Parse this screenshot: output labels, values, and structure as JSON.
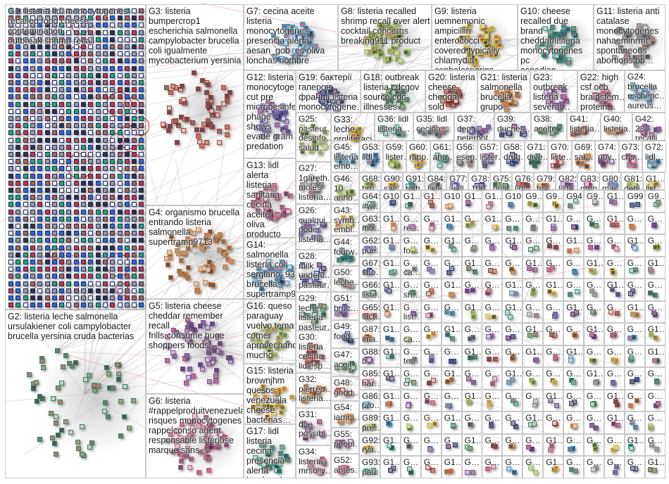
{
  "groups": {
    "G1": "G1: listeria lidl monocytogenes\nrecalled food cheese contamination\noutbreak shrimp recall",
    "G2": "G2: listeria leche salmonella\nursulakiener coli campylobacter\nbrucella yersinia cruda bacterias",
    "G3": "G3: listeria bumpercrop1\nescherichia salmonella\ncampylobacter brucella\ncoli igualmente\nmycobacterium yersinia",
    "G4": "G4: organismo brucella\nentrando listeria\nsalmonella\nsupertramp9713",
    "G5": "G5: listeria cheese\ncheddar remember recall\nfrills consume huge\nshoppers foods",
    "G6": "G6: listeria #rappelproduitvenezuela\nrisques monocytogenes\nrappelconso agent\nresponsable listériose\nmarque sans",
    "G7": "G7: cecina aceite listeria\nmonocytogenes\npresencia alerta\naesan_gob_es oliva\nlonchas nombre",
    "G8": "G8: listeria recalled\nshrimp recall over alert\ncocktail concerns\nbreaking911 product",
    "G9": "G9: listeria\nuemnemonic\nampicillin enterococci\ncovered typically\nchlamydia\ncephalosporins lame…",
    "G10": "G10: cheese\nrecalled due brand\ncheddar listeria\nmonocytogenes pc\ncanadian\nmushrooms",
    "G11": "G11: listeria anti\ncatalase\nmonocytogenes\nnahaeminrmt\nspontaneous\nabortions bb…",
    "G12": "G12: listeria\nmonocytoge…\ncut pre\nmicrobesinfe…\nphage shows\nevade gram\npredation",
    "G13": "G13: lidl\nalerta listeria\nsanitaria\ncecina aceite\noliva producto\nvarias\nvendido",
    "G14": "G14:\nsalmonella\nlisteria coli\nsergiano_93\nbrucella\nsupertramp9…",
    "G15": "G15: listeria\nbrownjhm\nquesos\nvenezuela\ncheese\nbacterias…",
    "G16": "G16: queso\nparaguay\nvuelvo tema\ncomer\naprovechando\nmucho sacar…",
    "G17": "G17: lidl\nlisteria cecina\npresencia\nalerta\nloncheada…",
    "G18": "G18: outbreak\nlisteria cdcgov\nsource cdc\nillnesses…",
    "G19": "G19: бактерії\nгаперон\nфранції listeria\nmonocytogene…",
    "G20": "G20: listeria\ncheese\ncheddar sold\npopular…",
    "G21": "G21: listeria\nsalmonella\nbrucella\ngrupo…",
    "G22": "G22: high\ncsf ocb\nbrainstem…\nprotein…",
    "G23": "G23:\noutbreak\nlisteria\nseveral…",
    "G24": "G24:\nbrucella\nescheric…\naureus…",
    "G25": "G25:\npasteur…\ndesinfo…\nsalud…",
    "G26": "G26:\ncualqui…\npoder\nlisteria…",
    "G27": "G27:\n1gareth…\nmoles\nlisteria…",
    "G28": "G28:\nmilk\nunderc…\npasteur…",
    "G29": "G29:\nleche\nlisteria\npasteur…",
    "G30": "G30:\nlisteria\ncecina\nlidlesp…",
    "G31": "G31:\ndue\npossibl…",
    "G32": "G32:\npierrep…\nlisteria…",
    "G33": "G33: leche\nproliferaci…",
    "G34": "G34:\nlisteria\nmrsoliv…",
    "G35": "G35: lidl\ncecina…",
    "G36": "G36: lidl\nlisteria…",
    "G37": "G37: dept\npeterhot…",
    "G38": "G38:\naceite…",
    "G39": "G39:\nduches…",
    "G40": "G40:\nlisteria…",
    "G41": "G41:\nlisteria…",
    "G42": "G42: 23\nrecalli…",
    "G43": "G43:\nsymb…\nembl…",
    "G44": "G44:\nfourw…",
    "G45": "G45:\nlisteria\nemb…",
    "G46": "G46:\n10\nanno…",
    "G47": "G47:\naceit…",
    "G48": "G48:\ngood…",
    "G49": "G49:\nfood…",
    "G50": "G50:\nleche…",
    "G51": "G51:\nbruc…",
    "G52": "G52:\nantes…",
    "G53": "G53:\nlidl…",
    "G54": "G54:\niamril…",
    "G55": "G55:\npeopl…",
    "G56": "G56:\nesen…",
    "G57": "G57:\nlister…",
    "G58": "G58:\ndrug…",
    "G59": "G59:\nlister…",
    "G60": "G60:\nrapp…",
    "G61": "G61:\nahu…",
    "G62": "G62:\npue…",
    "G63": "G63:\nmo…",
    "G64": "G64:\n#w…",
    "G65": "G65:\nlact…",
    "G66": "G66:\nliste…",
    "G67": "G67:\nsho…",
    "G68": "G68:\nbru…",
    "G69": "G69:\nsal…",
    "G70": "G70:\nliste…",
    "G71": "G71:\ndive…",
    "G72": "G72:\nlidl…",
    "G73": "G73:\nchs…",
    "G74": "G74:\nnov…",
    "G75": "G75:\npull…",
    "G76": "G76:\nlidl…",
    "G77": "G77:\nwall…",
    "G78": "G78:\n100…",
    "G79": "G79:\nfro…",
    "G80": "G80:\nmaj…",
    "G81": "G81:\ndebi…",
    "G82": "G82:\nliste…",
    "G83": "G83:\ngrup…",
    "G84": "G84:\nliste…",
    "G85": "G85:\nhar…",
    "G86": "G86:\npro…",
    "G87": "G87:\nima…",
    "G88": "G88:\nb…",
    "G89": "G89:\npre…",
    "G90": "G90:\nsal…",
    "G91": "G91:\nroth…",
    "G92": "G92:\nrya…",
    "G93": "G93:\npau…",
    "G1x": "G1…\nlist…"
  },
  "small_grid": [
    [
      "G10…",
      "G1…",
      "G1…",
      "G10…",
      "G1…",
      "G1…",
      "G10…",
      "G9…",
      "G9…",
      "G94…",
      "G9…",
      "G1…",
      "G99…",
      "G9…"
    ],
    [
      "G1…",
      "G…\nre…",
      "G…",
      "G1…",
      "G…",
      "G1…",
      "G…",
      "G…",
      "G1…",
      "G…",
      "G…",
      "G1…",
      "G…",
      "G…"
    ],
    [
      "G1…",
      "G…\nfo…",
      "G…",
      "G1…",
      "G…",
      "G…",
      "G1…",
      "G…",
      "G…",
      "G1…",
      "G…",
      "G…",
      "G1…",
      "G…"
    ],
    [
      "G1…",
      "G…\nca…",
      "G…",
      "G…",
      "G1…",
      "G…",
      "G…",
      "G1…",
      "G…",
      "G…",
      "G1…",
      "G…",
      "G…",
      "G1…"
    ],
    [
      "G1…",
      "G…\nsh…",
      "G…",
      "G1…",
      "G…",
      "G…",
      "G1…",
      "G…",
      "G1…",
      "G…",
      "G…",
      "G1…",
      "G…",
      "G…"
    ],
    [
      "G1…",
      "G…\nlist…",
      "G…",
      "G…",
      "G1…",
      "G…",
      "G1…",
      "G…",
      "G…",
      "G1…",
      "G…",
      "G…",
      "G1…",
      "G…"
    ],
    [
      "G1…",
      "G…\nca…",
      "G…",
      "G1…",
      "G…",
      "G…",
      "G…",
      "G1…",
      "G…",
      "G…",
      "G1…",
      "G…",
      "G…",
      "G1…"
    ],
    [
      "G1…",
      "G…\nte…",
      "G…",
      "G…",
      "G1…",
      "G…",
      "G…",
      "G1…",
      "G…",
      "G1…",
      "G…",
      "G…",
      "G…",
      "G1…"
    ],
    [
      "G1…",
      "G…\ncr…",
      "G…",
      "G1…",
      "G…",
      "G…",
      "G1…",
      "G…",
      "G…",
      "G…",
      "G1…",
      "G…",
      "G…",
      "G…"
    ],
    [
      "G1…",
      "G…",
      "G…",
      "G…",
      "G1…",
      "G…",
      "G…",
      "G…",
      "G1…",
      "G…",
      "G…",
      "G1…",
      "G…",
      "G…"
    ],
    [
      "G1…",
      "G…",
      "G…",
      "G1…",
      "G…",
      "G…",
      "G…",
      "G1…",
      "G…",
      "G…",
      "G…",
      "G1…",
      "G…",
      "G…"
    ],
    [
      "G1…",
      "G…",
      "G…",
      "G…",
      "G1…",
      "G…",
      "G…",
      "G…",
      "G1…",
      "G…",
      "G…",
      "G…",
      "G1…",
      "G…"
    ],
    [
      "G1…",
      "G…",
      "G…",
      "G1…",
      "G…",
      "G…",
      "G…",
      "G…",
      "G1…",
      "G…",
      "G…",
      "G…",
      "G…",
      "G1…"
    ]
  ],
  "colors": {
    "border": "#c8c8c8",
    "edge": "#b4b4b4",
    "palette": [
      "#1f3a93",
      "#2e8b57",
      "#c0392b",
      "#e67e22",
      "#8e44ad",
      "#d35490",
      "#3498db",
      "#9acd32",
      "#f1c40f",
      "#16a085",
      "#7f8c8d",
      "#6a5acd"
    ]
  }
}
